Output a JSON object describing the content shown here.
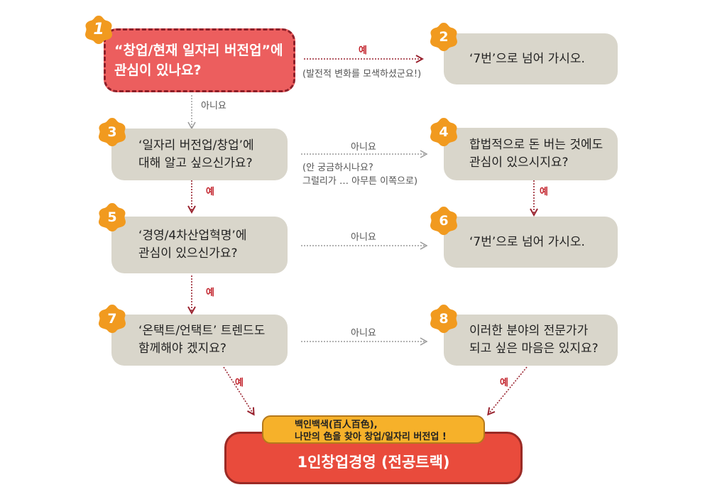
{
  "diagram": {
    "q1": {
      "num": "1",
      "text": "“창업/현재 일자리 버전업”에\n관심이 있나요?"
    },
    "q2": {
      "num": "2",
      "text": "‘7번’으로 넘어 가시오."
    },
    "q3": {
      "num": "3",
      "text": "‘일자리 버전업/창업’에\n대해 알고 싶으신가요?"
    },
    "q4": {
      "num": "4",
      "text": "합법적으로 돈 버는 것에도\n관심이 있으시지요?"
    },
    "q5": {
      "num": "5",
      "text": "‘경영/4차산업혁명’에\n관심이 있으신가요?"
    },
    "q6": {
      "num": "6",
      "text": "‘7번’으로 넘어 가시오."
    },
    "q7": {
      "num": "7",
      "text": "‘온택트/언택트’ 트렌드도\n함께해야 겠지요?"
    },
    "q8": {
      "num": "8",
      "text": "이러한 분야의 전문가가\n되고 싶은 마음은 있지요?"
    },
    "labels": {
      "yes_1_2": "예",
      "note_1_2": "(발전적 변화를 모색하셨군요!)",
      "no_1_3": "아니요",
      "no_3_4": "아니요",
      "note_3_4": "(안 궁금하시나요?\n그럴리가 … 아무튼 이쪽으로)",
      "yes_3_5": "예",
      "yes_4_6": "예",
      "no_5_6": "아니요",
      "yes_5_7": "예",
      "no_7_8": "아니요",
      "yes_7_r": "예",
      "yes_8_r": "예"
    },
    "banner": "백인백색(百人百色),\n나만의 色을 찾아 창업/일자리 버전업 !",
    "result": "1인창업경영 (전공트랙)"
  },
  "colors": {
    "box": "#d9d6cb",
    "q1_fill": "#ec5e5e",
    "q1_border": "#8e1f29",
    "badge": "#f19a1f",
    "result": "#e94b3c",
    "banner": "#f6b12a",
    "yes_arrow": "#9a2430",
    "no_arrow": "#999999"
  }
}
